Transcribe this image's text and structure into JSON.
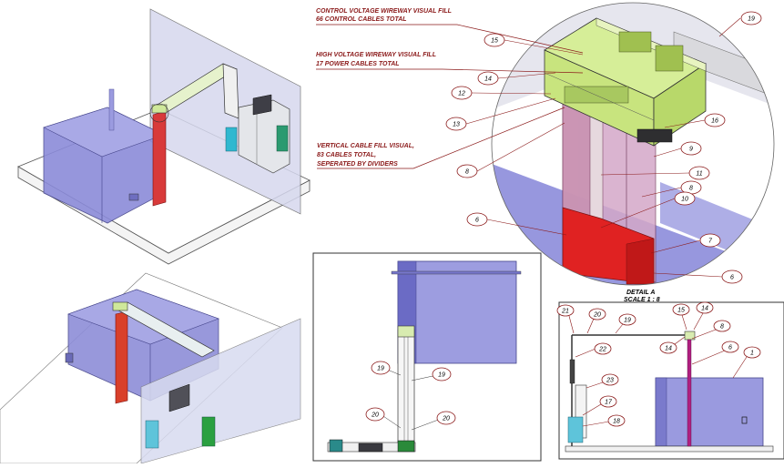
{
  "notes": {
    "control_line1": "CONTROL VOLTAGE WIREWAY VISUAL FILL",
    "control_line2": "66 CONTROL CABLES TOTAL",
    "hv_line1": "HIGH VOLTAGE WIREWAY VISUAL FILL",
    "hv_line2": "17  POWER CABLES TOTAL",
    "vert_line1": "VERTICAL CABLE FILL VISUAL,",
    "vert_line2": "83 CABLES TOTAL,",
    "vert_line3": "SEPERATED BY DIVIDERS"
  },
  "detail": {
    "title": "DETAIL A",
    "scale": "SCALE 1 : 8",
    "balloons": [
      "19",
      "15",
      "14",
      "12",
      "13",
      "16",
      "9",
      "11",
      "8",
      "10",
      "8",
      "6",
      "7",
      "6"
    ]
  },
  "front_view": {
    "balloons": [
      "19",
      "19",
      "20",
      "20"
    ]
  },
  "side_view": {
    "balloons": [
      "21",
      "20",
      "19",
      "15",
      "14",
      "14",
      "8",
      "6",
      "1",
      "22",
      "23",
      "17",
      "18"
    ]
  },
  "colors": {
    "tank": "#8e8edb",
    "tray": "#d8ecb0",
    "red_chute": "#e82828",
    "note_text": "#8b1a1a",
    "cyan_panel": "#30b8d0",
    "green_box": "#2aa040"
  }
}
